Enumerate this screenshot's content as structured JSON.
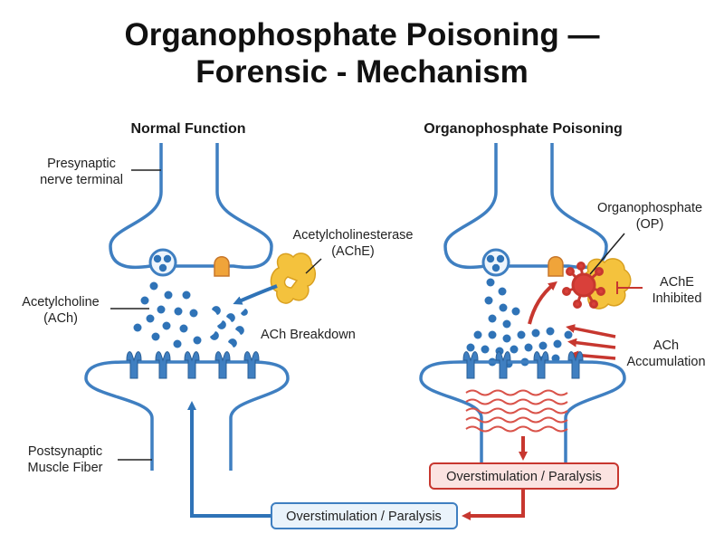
{
  "title": {
    "line1": "Organophosphate Poisoning —",
    "line2": "Forensic - Mechanism"
  },
  "left_panel": {
    "heading": "Normal Function",
    "labels": {
      "presynaptic_line1": "Presynaptic",
      "presynaptic_line2": "nerve terminal",
      "acetylcholine_line1": "Acetylcholine",
      "acetylcholine_line2": "(ACh)",
      "ache_line1": "Acetylcholinesterase",
      "ache_line2": "(AChE)",
      "breakdown": "ACh Breakdown",
      "postsynaptic_line1": "Postsynaptic",
      "postsynaptic_line2": "Muscle Fiber"
    },
    "result_box": "Overstimulation / Paralysis"
  },
  "right_panel": {
    "heading": "Organophosphate Poisoning",
    "labels": {
      "op_line1": "Organophosphate",
      "op_line2": "(OP)",
      "inhibited_line1": "AChE",
      "inhibited_line2": "Inhibited",
      "accumulation_line1": "ACh",
      "accumulation_line2": "Accumulation"
    },
    "result_box": "Overstimulation / Paralysis"
  },
  "colors": {
    "membrane": "#3f7fc1",
    "membrane_fill": "#e8f1fb",
    "ach": "#2f73b7",
    "enzyme": "#f4c23d",
    "organophosphate": "#d9403a",
    "arrow_blue": "#2f73b7",
    "arrow_red": "#c7372f",
    "box_blue_fill": "#eaf3fb",
    "box_red_fill": "#fbe3e1"
  }
}
